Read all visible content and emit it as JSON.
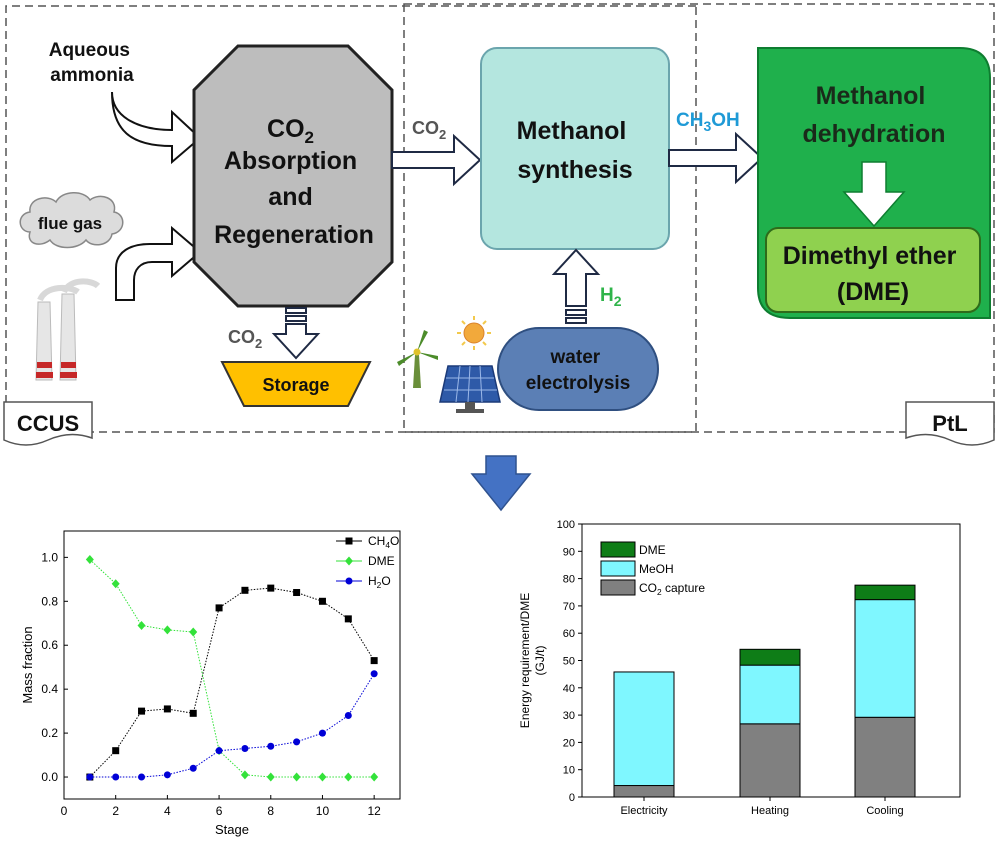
{
  "diagram": {
    "inputs": {
      "aqueous_ammonia": [
        "Aqueous",
        "ammonia"
      ],
      "flue_gas": "flue gas"
    },
    "absorption_box": [
      "CO",
      "Absorption",
      "and",
      "Regeneration"
    ],
    "co2_sub": "2",
    "co2_label": "CO",
    "storage": "Storage",
    "methanol_synthesis": [
      "Methanol",
      "synthesis"
    ],
    "ch3oh": {
      "a": "CH",
      "sub": "3",
      "b": "OH"
    },
    "h2": {
      "a": "H",
      "sub": "2"
    },
    "water_electrolysis": [
      "water",
      "electrolysis"
    ],
    "methanol_dehydration": [
      "Methanol",
      "dehydration"
    ],
    "dme_box": [
      "Dimethyl ether",
      "(DME)"
    ],
    "ccus_label": "CCUS",
    "ptl_label": "PtL",
    "colors": {
      "absorption": "#bdbdbd",
      "storage": "#ffc000",
      "synthesis": "#b4e6df",
      "electrolysis": "#5b7fb5",
      "dehydration": "#1fb04c",
      "dme": "#8fd14f",
      "ch3oh_text": "#1f9ad6",
      "h2_text": "#2fb44a",
      "down_arrow": "#4472c4"
    }
  },
  "chart_data": [
    {
      "type": "line",
      "xlabel": "Stage",
      "ylabel": "Mass fraction",
      "xlim": [
        0,
        13
      ],
      "ylim": [
        -0.1,
        1.12
      ],
      "x_ticks": [
        0,
        2,
        4,
        6,
        8,
        10,
        12
      ],
      "y_ticks": [
        "0.0",
        "0.2",
        "0.4",
        "0.6",
        "0.8",
        "1.0"
      ],
      "x": [
        1,
        2,
        3,
        4,
        5,
        6,
        7,
        8,
        9,
        10,
        11,
        12
      ],
      "legend_position": "top-right",
      "series": [
        {
          "name": "CH",
          "name_sub": "4",
          "name_tail": "O",
          "color": "#000000",
          "marker": "square",
          "values": [
            0.0,
            0.12,
            0.3,
            0.31,
            0.29,
            0.77,
            0.85,
            0.86,
            0.84,
            0.8,
            0.72,
            0.53
          ]
        },
        {
          "name": "DME",
          "color": "#33e23a",
          "marker": "diamond",
          "values": [
            0.99,
            0.88,
            0.69,
            0.67,
            0.66,
            0.12,
            0.01,
            0.0,
            0.0,
            0.0,
            0.0,
            0.0
          ]
        },
        {
          "name": "H",
          "name_sub": "2",
          "name_tail": "O",
          "color": "#0000d6",
          "marker": "circle",
          "values": [
            0.0,
            0.0,
            0.0,
            0.01,
            0.04,
            0.12,
            0.13,
            0.14,
            0.16,
            0.2,
            0.28,
            0.47
          ]
        }
      ]
    },
    {
      "type": "bar",
      "stacked": true,
      "ylabel": [
        "Energy requirement/DME",
        "(GJ/t)"
      ],
      "ylim": [
        0,
        100
      ],
      "y_ticks": [
        "0",
        "10",
        "20",
        "30",
        "40",
        "50",
        "60",
        "70",
        "80",
        "90",
        "100"
      ],
      "categories": [
        "Electricity",
        "Heating",
        "Cooling"
      ],
      "legend_position": "top-left",
      "series": [
        {
          "name": "CO",
          "name_sub": "2",
          "name_tail": " capture",
          "color": "#808080",
          "values": [
            4.2,
            26.8,
            29.2
          ]
        },
        {
          "name": "MeOH",
          "color": "#7ff7ff",
          "values": [
            41.6,
            21.5,
            43.1
          ]
        },
        {
          "name": "DME",
          "color": "#0e7d17",
          "values": [
            0,
            5.8,
            5.3
          ]
        }
      ]
    }
  ]
}
